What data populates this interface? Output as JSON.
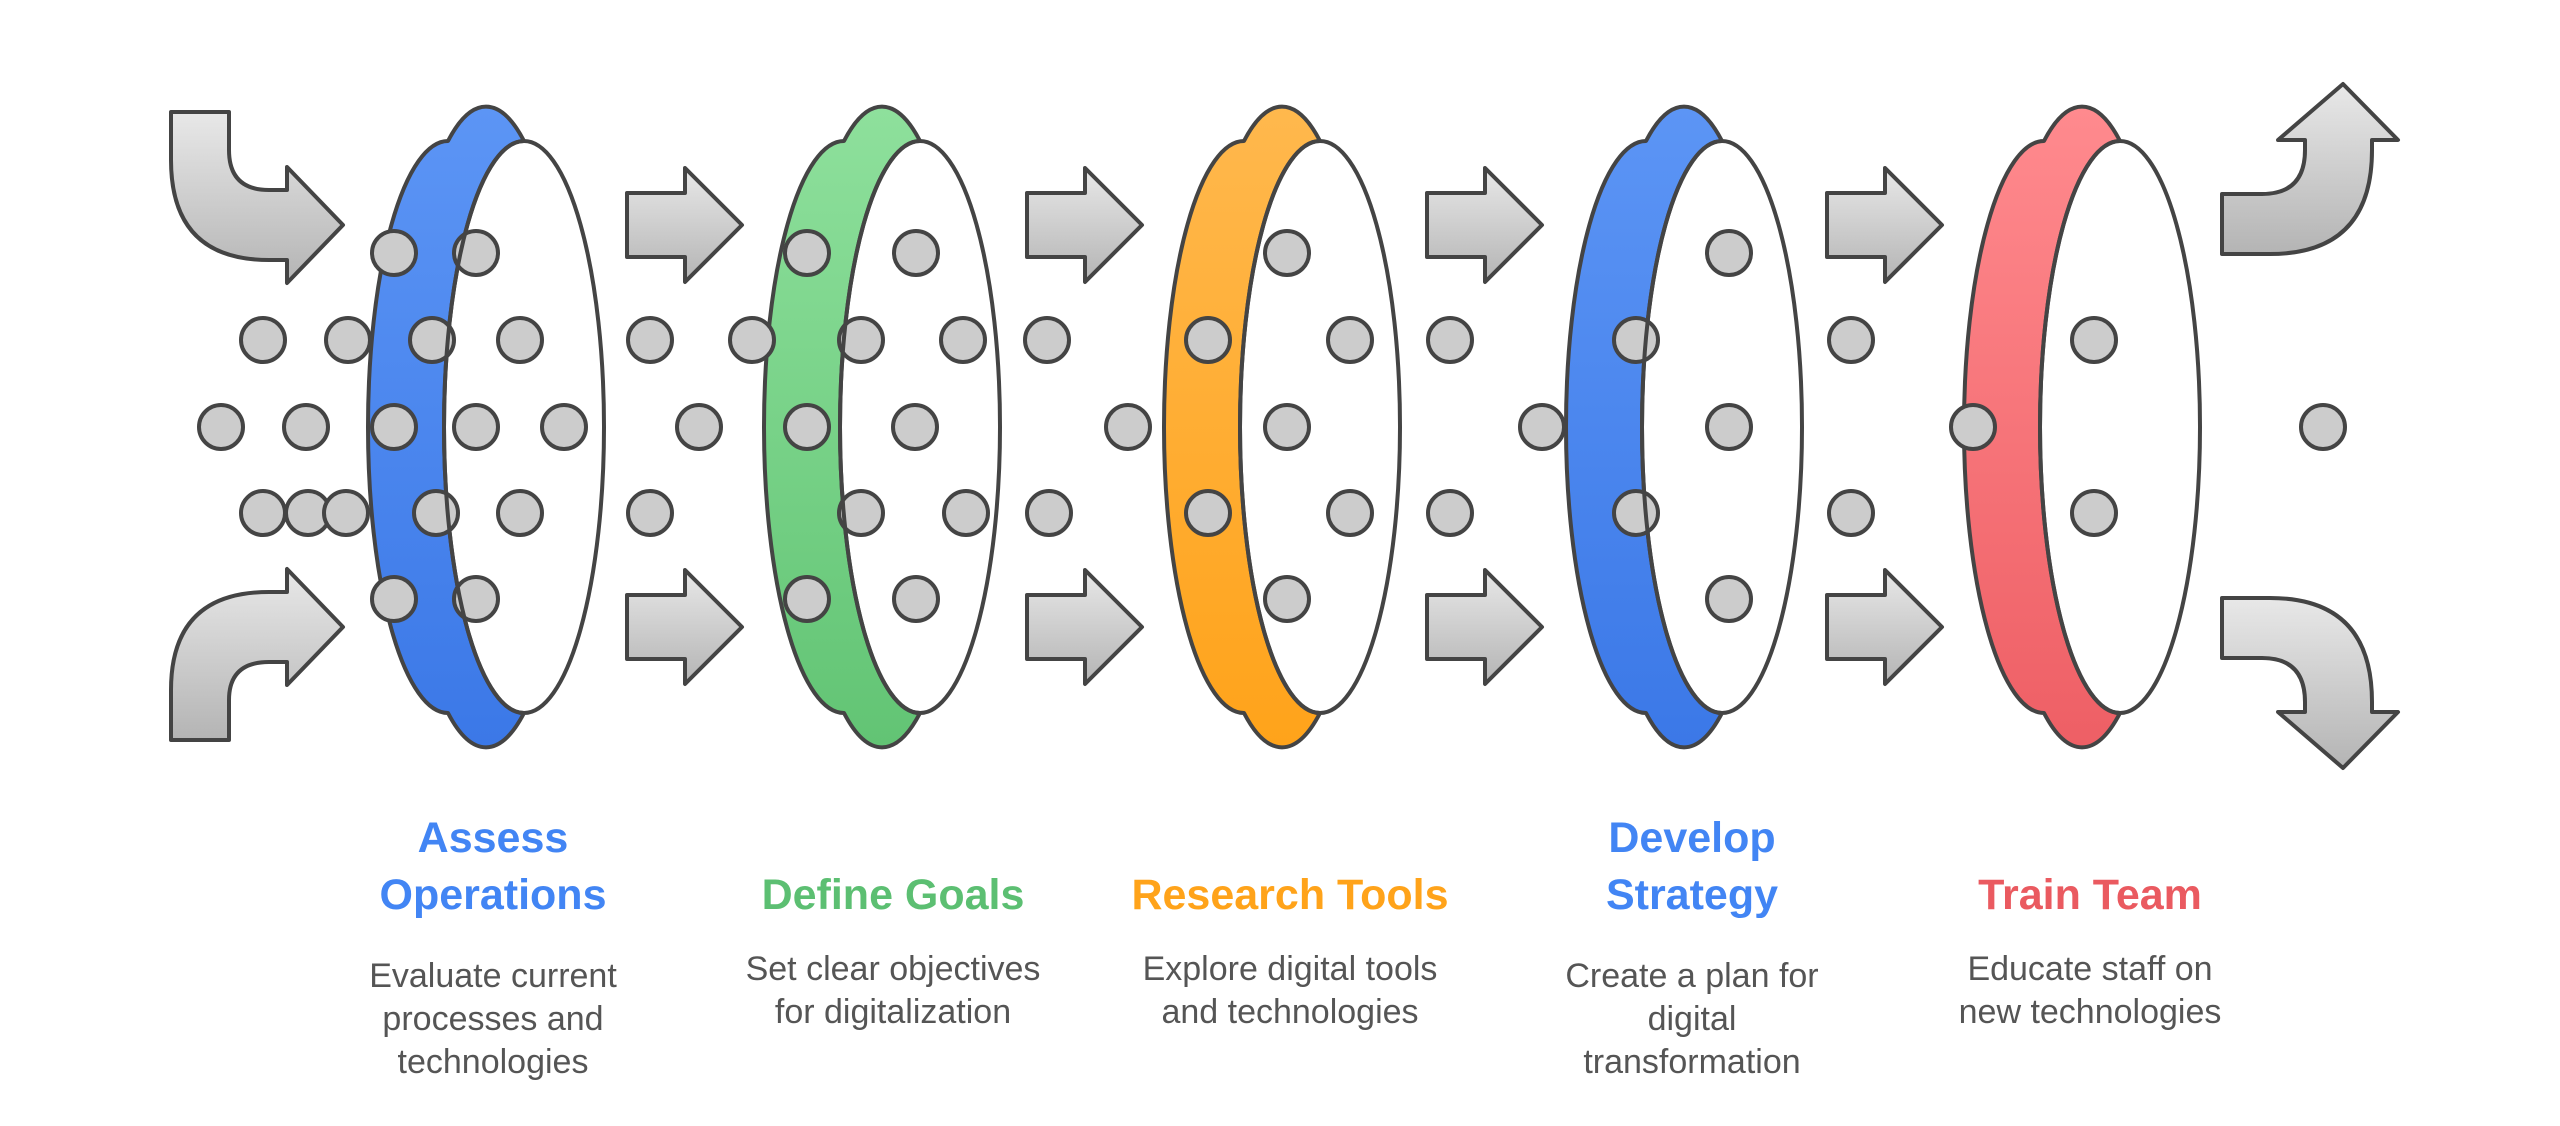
{
  "colors": {
    "arrow_fill_top": "#e8e8e8",
    "arrow_fill_bottom": "#b4b4b4",
    "outline": "#444444",
    "dot_fill": "#cccccc",
    "description_text": "#555555"
  },
  "stages": [
    {
      "title_lines": [
        "Assess",
        "Operations"
      ],
      "description_lines": [
        "Evaluate current",
        "processes and",
        "technologies"
      ],
      "color": "#4285f4",
      "color_light": "#5c95f5",
      "color_dark": "#3b78e7"
    },
    {
      "title_lines": [
        "Define Goals"
      ],
      "description_lines": [
        "Set clear objectives",
        "for digitalization"
      ],
      "color": "#5cbf72",
      "color_light": "#8ee09c",
      "color_dark": "#62c474"
    },
    {
      "title_lines": [
        "Research Tools"
      ],
      "description_lines": [
        "Explore digital tools",
        "and technologies"
      ],
      "color": "#ffa31a",
      "color_light": "#ffb84d",
      "color_dark": "#ffa31a"
    },
    {
      "title_lines": [
        "Develop",
        "Strategy"
      ],
      "description_lines": [
        "Create a plan for",
        "digital",
        "transformation"
      ],
      "color": "#4285f4",
      "color_light": "#5c95f5",
      "color_dark": "#3b78e7"
    },
    {
      "title_lines": [
        "Train Team"
      ],
      "description_lines": [
        "Educate staff on",
        "new technologies"
      ],
      "color": "#ea5a60",
      "color_light": "#ff8a8e",
      "color_dark": "#ee5f65"
    }
  ]
}
